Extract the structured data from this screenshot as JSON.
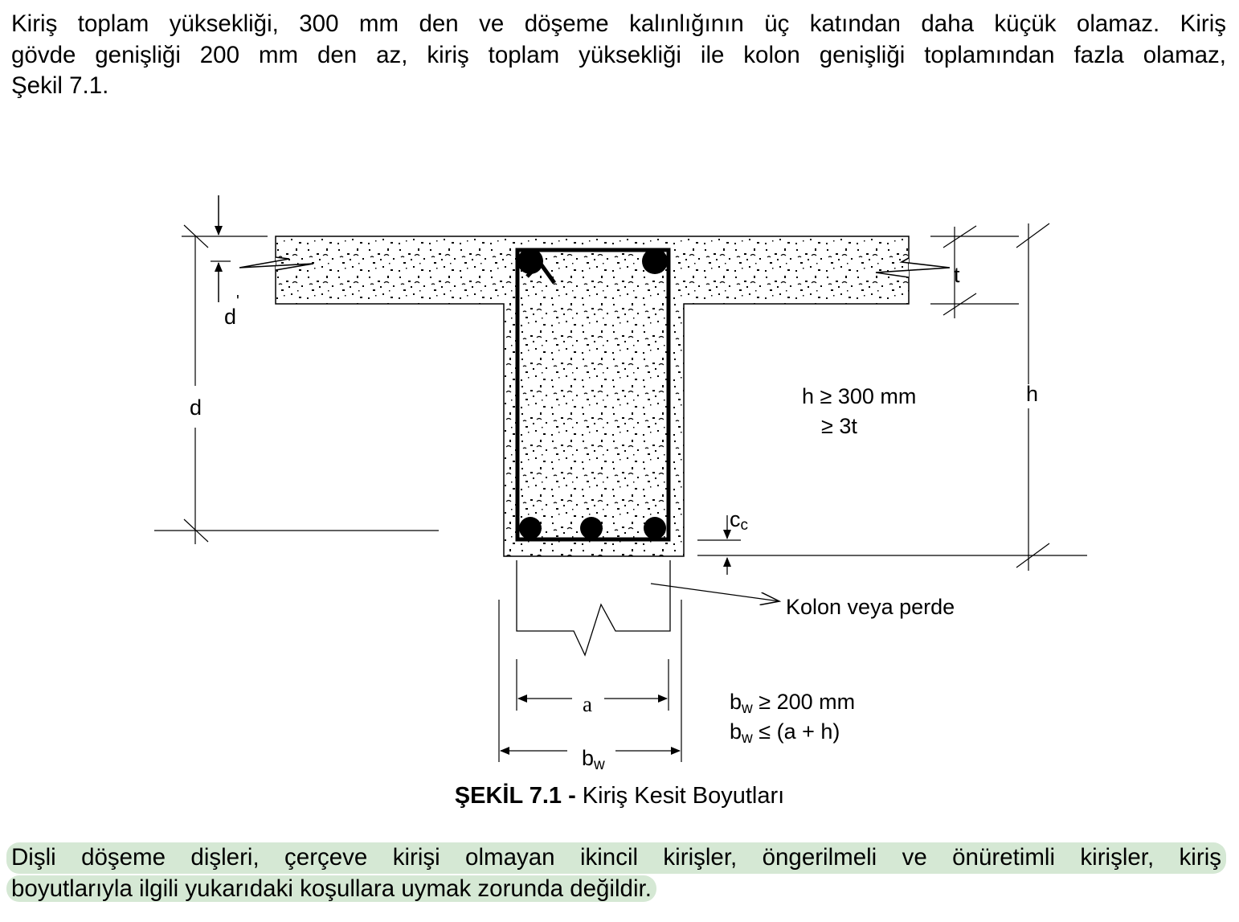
{
  "paragraph_top": {
    "line1": "Kiriş toplam yüksekliği, 300 mm den ve döşeme kalınlığının üç katından daha küçük olamaz. Kiriş",
    "line2": "gövde genişliği 200 mm den az, kiriş toplam yüksekliği ile kolon genişliği toplamından fazla olamaz,",
    "line3": "Şekil 7.1."
  },
  "figure": {
    "label_d_prime": "d",
    "label_d_prime_mark": "'",
    "label_d": "d",
    "label_t": "t",
    "label_h": "h",
    "label_cc": "c",
    "label_cc_sub": "c",
    "h_condition_1": "h ≥ 300 mm",
    "h_condition_2": "≥ 3t",
    "column_label": "Kolon veya perde",
    "label_a": "a",
    "label_bw": "b",
    "label_bw_sub": "w",
    "bw_condition_1_sym": "b",
    "bw_condition_1_sub": "w",
    "bw_condition_1_rest": " ≥ 200 mm",
    "bw_condition_2_sym": "b",
    "bw_condition_2_sub": "w",
    "bw_condition_2_rest": " ≤ (a + h)"
  },
  "caption": {
    "number": "ŞEKİL 7.1 -",
    "title": " Kiriş Kesit Boyutları"
  },
  "paragraph_bottom": {
    "line1": "Dişli döşeme dişleri, çerçeve kirişi olmayan ikincil kirişler, öngerilmeli ve önüretimli kirişler, kiriş",
    "line2": "boyutlarıyla ilgili yukarıdaki koşullara uymak zorunda değildir."
  }
}
